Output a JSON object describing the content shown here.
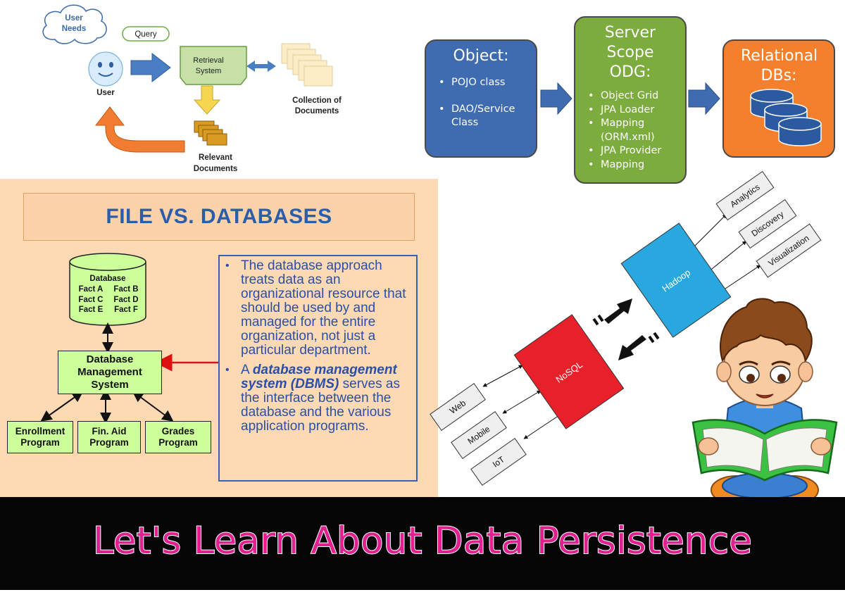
{
  "banner": {
    "title": "Let's Learn About Data Persistence"
  },
  "ir_diagram": {
    "user_needs": "User Needs",
    "query": "Query",
    "user": "User",
    "retrieval_system": "Retrieval System",
    "collection": "Collection of Documents",
    "relevant": "Relevant Documents"
  },
  "odg_diagram": {
    "object": {
      "title": "Object:",
      "items": [
        "POJO class",
        "DAO/Service Class"
      ]
    },
    "server": {
      "title": "Server Scope ODG:",
      "items": [
        "Object Grid",
        "JPA Loader",
        "Mapping (ORM.xml)",
        "JPA Provider",
        "Mapping"
      ]
    },
    "relational": {
      "title": "Relational DBs:"
    },
    "colors": {
      "object": "#3f6bb0",
      "server": "#7cab3e",
      "relational": "#f47f2c"
    }
  },
  "file_vs_db": {
    "title": "FILE VS. DATABASES",
    "database_label": "Database",
    "facts": [
      "Fact A",
      "Fact B",
      "Fact C",
      "Fact D",
      "Fact E",
      "Fact F"
    ],
    "dbms": "Database Management System",
    "programs": [
      "Enrollment Program",
      "Fin. Aid Program",
      "Grades Program"
    ],
    "bullet1": "The database approach treats data as an organizational resource that should be used by and managed for the entire organization, not just a particular department.",
    "bullet2_prefix": "A ",
    "bullet2_em": "database management system (DBMS)",
    "bullet2_suffix": " serves as the interface between the database and the various application programs."
  },
  "bigdata_diagram": {
    "hadoop": "Hadoop",
    "nosql": "NoSQL",
    "outputs": [
      "Analytics",
      "Discovery",
      "Visualization"
    ],
    "inputs": [
      "Web",
      "Mobile",
      "IoT"
    ],
    "colors": {
      "hadoop": "#29a8e0",
      "nosql": "#e8202a"
    }
  },
  "illustration": {
    "description_icon": "boy-reading-book-icon"
  }
}
